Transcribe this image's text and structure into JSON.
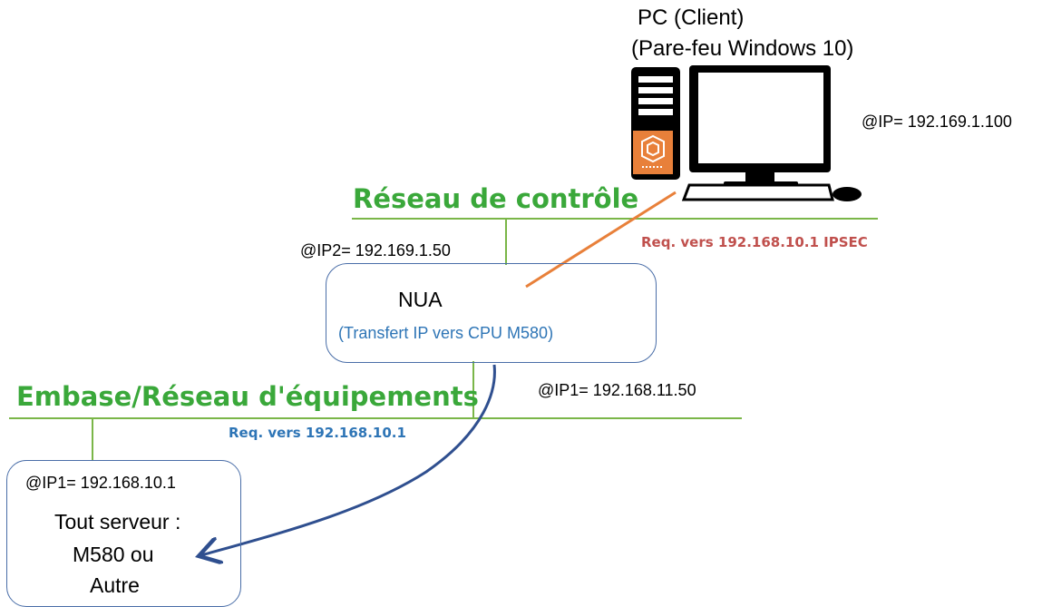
{
  "pc": {
    "title": "PC (Client)",
    "subtitle": "(Pare-feu Windows 10)",
    "ip": "@IP= 192.169.1.100"
  },
  "control_network": {
    "label": "Réseau de contrôle",
    "request_label": "Req. vers 192.168.10.1 IPSEC"
  },
  "nua": {
    "ip2": "@IP2= 192.169.1.50",
    "title": "NUA",
    "subtitle": "(Transfert IP vers CPU M580)",
    "ip1": "@IP1= 192.168.11.50"
  },
  "device_network": {
    "label": "Embase/Réseau d'équipements",
    "request_label": "Req. vers 192.168.10.1"
  },
  "server": {
    "ip": "@IP1= 192.168.10.1",
    "line1": "Tout serveur :",
    "line2": "M580 ou",
    "line3": "Autre"
  },
  "colors": {
    "network_line": "#7ab648",
    "network_title": "#3aa83a",
    "box_border": "#4a6ea8",
    "ipsec_arrow": "#e8803a",
    "ipsec_text": "#c0504d",
    "device_arrow": "#2f4f8f",
    "device_text": "#2e75b6",
    "nua_subtitle": "#2e75b6",
    "pc_logo": "#e8803a"
  }
}
